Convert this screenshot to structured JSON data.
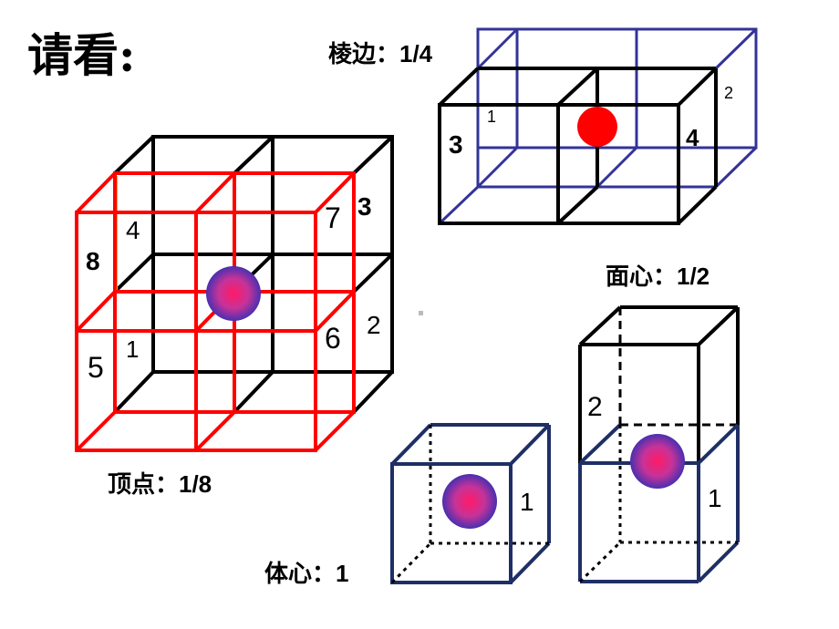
{
  "title": "请看:",
  "labels": {
    "vertex": "顶点：1/8",
    "edge": "棱边：1/4",
    "face": "面心：1/2",
    "body": "体心：1"
  },
  "numbers": {
    "n8": "8",
    "n4": "4",
    "n7": "7",
    "n3": "3",
    "n5": "5",
    "n1": "1",
    "n6": "6",
    "n2": "2"
  },
  "edge_numbers": {
    "n3": "3",
    "n1": "1",
    "n4": "4",
    "n2": "2"
  },
  "face_numbers": {
    "n2": "2",
    "n1": "1"
  },
  "body_numbers": {
    "n1": "1"
  },
  "colors": {
    "red_cube": "#ff0000",
    "blue_cube": "#333399",
    "navy_cube": "#1f2f66",
    "ball_center": "#ff0066",
    "ball_edge": "#4a2fb0"
  }
}
